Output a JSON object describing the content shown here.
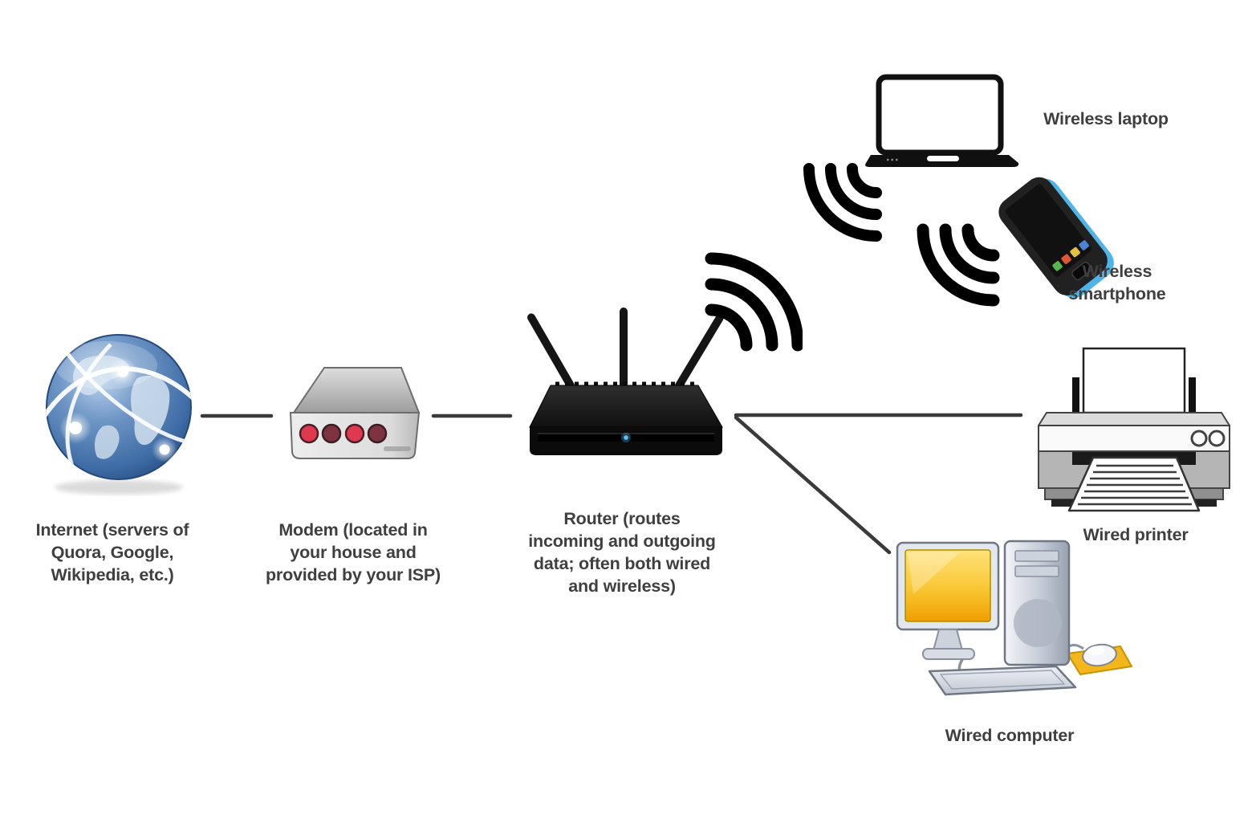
{
  "colors": {
    "background": "#ffffff",
    "label_text": "#3f3f3f",
    "connector_line": "#3a3a3a",
    "wifi_black": "#000000",
    "globe_blue": "#3c6aa4",
    "router_black": "#111111",
    "phone_accent_blue": "#4fb4e8",
    "modem_led_red": "#e03a50",
    "modem_led_dark_red": "#7e3340",
    "monitor_screen_yellow": "#f2b500",
    "mousepad_yellow": "#f3b71c"
  },
  "nodes": {
    "internet": {
      "icon": "globe-icon",
      "lines": [
        "Internet (servers of",
        "Quora, Google,",
        "Wikipedia, etc.)"
      ]
    },
    "modem": {
      "icon": "modem-icon",
      "lines": [
        "Modem (located in",
        "your house and",
        "provided by your ISP)"
      ]
    },
    "router": {
      "icon": "router-icon",
      "lines": [
        "Router (routes",
        "incoming and outgoing",
        "data; often both wired",
        "and wireless)"
      ]
    },
    "wireless_laptop": {
      "icon": "laptop-icon",
      "lines": [
        "Wireless laptop"
      ]
    },
    "wireless_smartphone": {
      "icon": "smartphone-icon",
      "lines": [
        "Wireless",
        "smartphone"
      ]
    },
    "wired_printer": {
      "icon": "printer-icon",
      "lines": [
        "Wired printer"
      ]
    },
    "wired_computer": {
      "icon": "desktop-computer-icon",
      "lines": [
        "Wired computer"
      ]
    }
  },
  "connections": [
    {
      "from": "internet",
      "to": "modem",
      "type": "wired"
    },
    {
      "from": "modem",
      "to": "router",
      "type": "wired"
    },
    {
      "from": "router",
      "to": "wired_printer",
      "type": "wired"
    },
    {
      "from": "router",
      "to": "wired_computer",
      "type": "wired"
    },
    {
      "from": "router",
      "to": "wireless_laptop",
      "type": "wireless"
    },
    {
      "from": "router",
      "to": "wireless_smartphone",
      "type": "wireless"
    }
  ]
}
